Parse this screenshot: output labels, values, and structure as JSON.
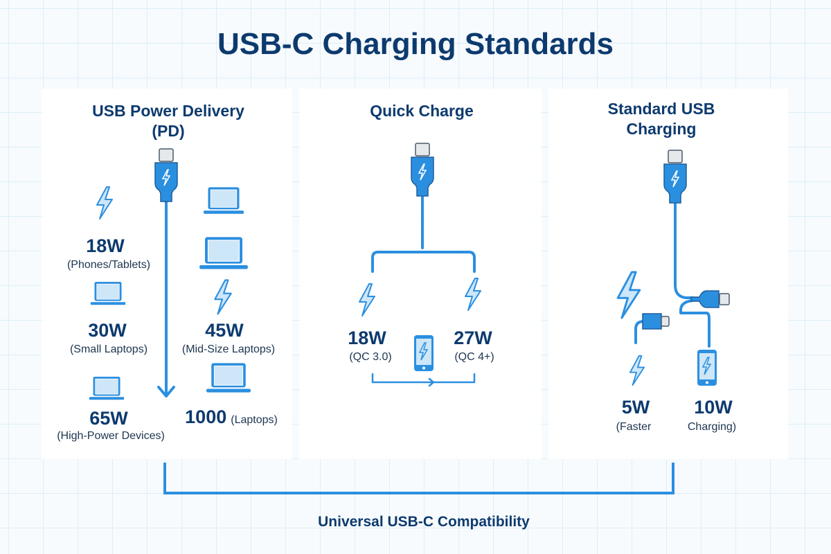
{
  "title": "USB-C Charging Standards",
  "colors": {
    "title": "#0d3a6e",
    "accent": "#2b8fe0",
    "icon_fill": "#cde6f8",
    "grid": "#d6e9f6"
  },
  "pd": {
    "title_line1": "USB Power Delivery",
    "title_line2": "(PD)",
    "items": [
      {
        "watt": "18W",
        "desc": "(Phones/Tablets)",
        "icon": "bolt-icon"
      },
      {
        "watt": "30W",
        "desc": "(Small Laptops)",
        "icon": "laptop-icon"
      },
      {
        "watt": "65W",
        "desc": "(High-Power Devices)",
        "icon": "laptop-icon"
      },
      {
        "watt": "45W",
        "desc": "(Mid-Size Laptops)",
        "icon": "bolt-icon"
      },
      {
        "watt": "1000",
        "desc": "(Laptops)",
        "icon": "laptop-icon"
      }
    ]
  },
  "qc": {
    "title": "Quick Charge",
    "items": [
      {
        "watt": "18W",
        "desc": "(QC 3.0)",
        "icon": "bolt-icon"
      },
      {
        "watt": "27W",
        "desc": "(QC 4+)",
        "icon": "bolt-icon"
      }
    ]
  },
  "std": {
    "title_line1": "Standard USB",
    "title_line2": "Charging",
    "items": [
      {
        "watt": "5W",
        "desc": "(Faster",
        "icon": "bolt-icon"
      },
      {
        "watt": "10W",
        "desc": "Charging)",
        "icon": "phone-icon"
      }
    ]
  },
  "footer": "Universal USB-C Compatibility"
}
